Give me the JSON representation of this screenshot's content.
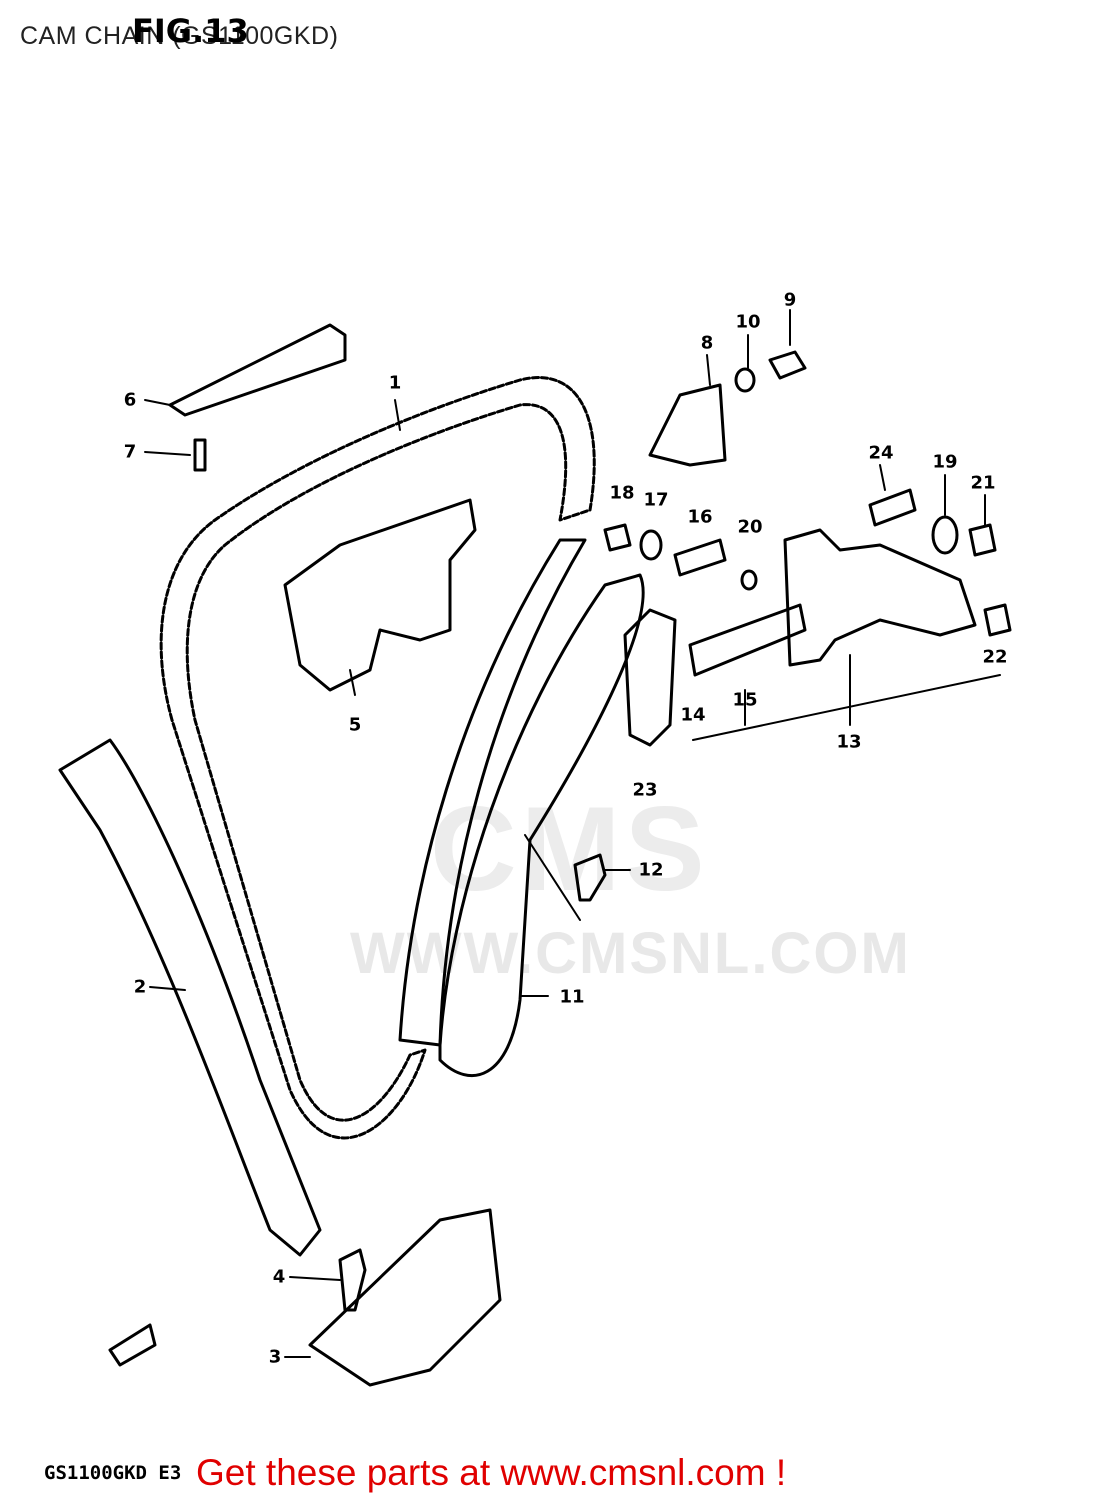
{
  "header": {
    "title": "CAM CHAIN (GS1100GKD)",
    "fig": "FIG.13"
  },
  "watermark": {
    "logo": "CMS",
    "url": "WWW.CMSNL.COM"
  },
  "callouts": {
    "c1": "1",
    "c2": "2",
    "c3": "3",
    "c4": "4",
    "c5": "5",
    "c6": "6",
    "c7": "7",
    "c8": "8",
    "c9": "9",
    "c10": "10",
    "c11": "11",
    "c12": "12",
    "c13": "13",
    "c14": "14",
    "c15": "15",
    "c16": "16",
    "c17": "17",
    "c18": "18",
    "c19": "19",
    "c20": "20",
    "c21": "21",
    "c22": "22",
    "c23": "23",
    "c24": "24"
  },
  "footer": {
    "model_code": "GS1100GKD E3",
    "cta": "Get these parts at www.cmsnl.com !"
  },
  "colors": {
    "line": "#000000",
    "cta": "#e00000",
    "watermark": "#e8e8e8"
  }
}
